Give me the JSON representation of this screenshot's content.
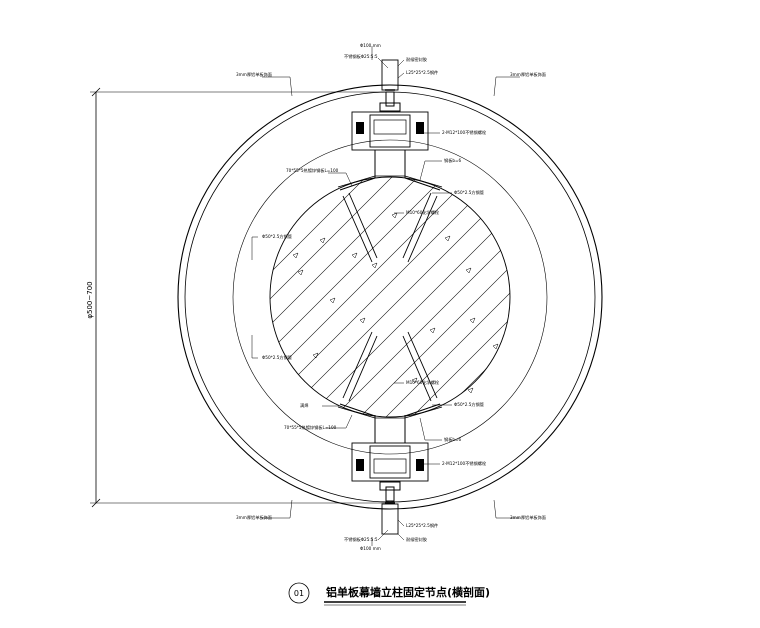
{
  "title": {
    "number": "01",
    "text": "铝单板幕墙立柱固定节点(横剖面)"
  },
  "dimension": {
    "overall": "φ500~700"
  },
  "labels": {
    "top_cap_width": "Φ100 mm",
    "top_cap_material": "不锈钢板Φ25:5:5",
    "top_sealant": "耐候密封胶",
    "top_angle": "L25*25*2.5钢件",
    "top_left_panel": "3mm厚铝单板饰面",
    "top_right_panel": "3mm厚铝单板饰面",
    "top_bolt": "2-M12*100不锈钢螺栓",
    "top_plate": "钢板b=6",
    "top_embed": "70*55*5热镀锌钢板L=100",
    "top_tube": "Φ50*2.5方钢管",
    "top_anchor": "M10*60化学螺栓",
    "mid_left_upper": "Φ50*2.5方钢管",
    "mid_left_lower": "Φ50*2.5方钢管",
    "bot_anchor": "M10*60化学螺栓",
    "bot_weld": "满焊",
    "bot_tube": "Φ50*2.5方钢管",
    "bot_embed": "70*55*5热镀锌钢板L=100",
    "bot_plate": "钢板b=6",
    "bot_bolt": "2-M12*100不锈钢螺栓",
    "bot_left_panel": "3mm厚铝单板饰面",
    "bot_right_panel": "3mm厚铝单板饰面",
    "bot_angle": "L25*25*2.5钢件",
    "bot_sealant": "耐候密封胶",
    "bot_cap_material": "不锈钢板Φ25:5:5",
    "bot_cap_width": "Φ100 mm"
  }
}
